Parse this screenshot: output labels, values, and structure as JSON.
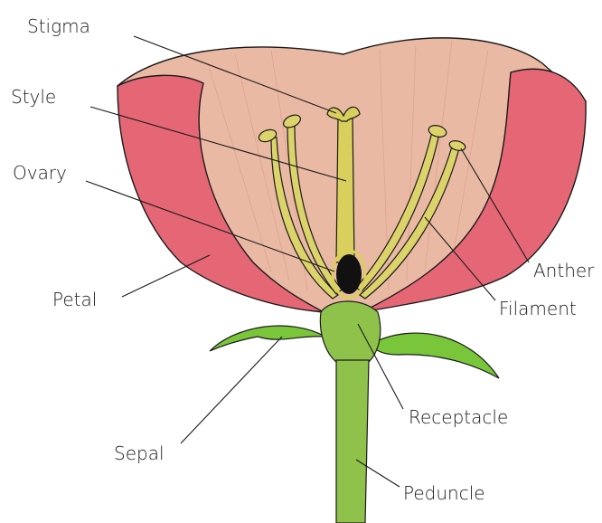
{
  "labels": {
    "stigma": "Stigma",
    "style": "Style",
    "ovary": "Ovary",
    "petal": "Petal",
    "sepal": "Sepal",
    "anther": "Anther",
    "filament": "Filament",
    "receptacle": "Receptacle",
    "peduncle": "Peduncle"
  },
  "colors": {
    "inner_petal": "#eab9a4",
    "outer_petal": "#e56775",
    "stamen": "#dcd46a",
    "style": "#d8cf5c",
    "ovary": "#111111",
    "sepal": "#7ac63a",
    "stem": "#8fc24a",
    "outline": "#1a1a1a"
  }
}
